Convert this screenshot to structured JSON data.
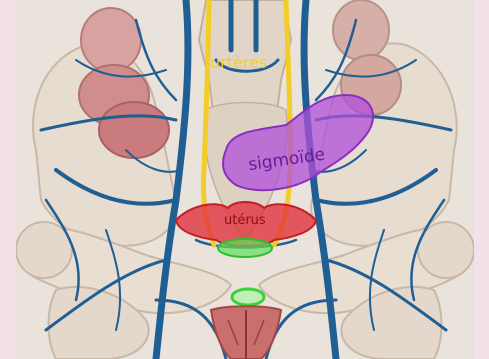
{
  "image": {
    "labels": {
      "ureters": "urtères",
      "sigmoid": "sigmoïde",
      "uterus": "utérus"
    }
  },
  "colors": {
    "background_border": "#f2e1e8",
    "bone": "#e6dcd0",
    "bone_shadow": "#c9b8a6",
    "vein": "#1f5f93",
    "colon": "#c97b7d",
    "ureter": "#f4cc2a",
    "sigmoid": "#a84fd6",
    "uterus": "#e0303a",
    "bladder": "#3fd13b",
    "rectum": "#b84a4a"
  }
}
